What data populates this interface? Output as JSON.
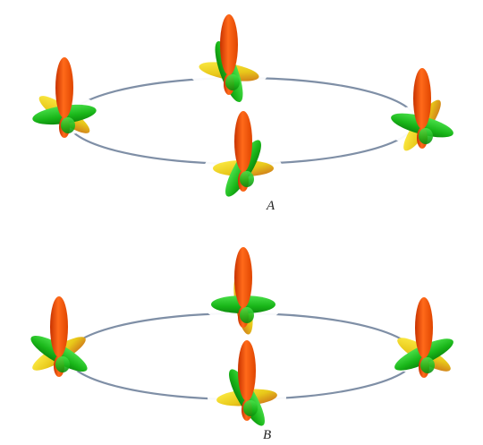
{
  "panels": [
    {
      "label": "A",
      "orbitals": [
        {
          "name": "left",
          "green_tilt": -8,
          "yellow_tilt": 35
        },
        {
          "name": "top",
          "green_tilt": 70,
          "yellow_tilt": 10
        },
        {
          "name": "right",
          "green_tilt": 15,
          "yellow_tilt": -55
        },
        {
          "name": "bottom",
          "green_tilt": -60,
          "yellow_tilt": 0
        }
      ]
    },
    {
      "label": "B",
      "orbitals": [
        {
          "name": "left",
          "green_tilt": 30,
          "yellow_tilt": -30
        },
        {
          "name": "top",
          "green_tilt": 0,
          "yellow_tilt": 80
        },
        {
          "name": "right",
          "green_tilt": -25,
          "yellow_tilt": 30
        },
        {
          "name": "bottom",
          "green_tilt": 60,
          "yellow_tilt": -5
        }
      ]
    }
  ],
  "colors": {
    "ring": "#7f8fa6",
    "lobe_orange": "#ff5a14",
    "lobe_green": "#22cc22",
    "lobe_yellow": "#f2e020"
  }
}
